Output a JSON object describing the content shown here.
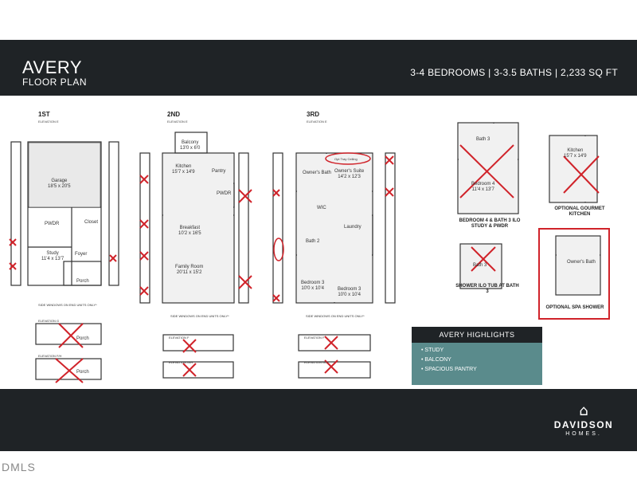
{
  "header": {
    "title": "AVERY",
    "subtitle": "FLOOR PLAN",
    "specs": "3-4 BEDROOMS | 3-3.5 BATHS | 2,233 SQ FT"
  },
  "floors": {
    "first": {
      "title": "1ST",
      "elevation": "ELEVATION E",
      "rooms": {
        "garage": "Garage",
        "garage_dim": "18'5 x 20'5",
        "pwdr": "PWDR",
        "study": "Study",
        "study_dim": "11'4 x 13'7",
        "foyer": "Foyer",
        "porch": "Porch",
        "closet": "Closet"
      },
      "note": "SIDE WINDOWS ON END UNITS ONLY*",
      "alt1": "ELEVATION G",
      "alt2": "ELEVATION F/H",
      "alt_porch": "Porch"
    },
    "second": {
      "title": "2ND",
      "elevation": "ELEVATION E",
      "rooms": {
        "balcony": "Balcony",
        "balcony_dim": "13'0 x 6'0",
        "kitchen": "Kitchen",
        "kitchen_dim": "15'7 x 14'9",
        "pantry": "Pantry",
        "pwdr": "PWDR",
        "breakfast": "Breakfast",
        "breakfast_dim": "10'2 x 16'5",
        "family": "Family Room",
        "family_dim": "20'11 x 15'2"
      },
      "note": "SIDE WINDOWS ON END UNITS ONLY*",
      "alt1": "ELEVATION F",
      "alt2": "ELEVATION G/H"
    },
    "third": {
      "title": "3RD",
      "elevation": "ELEVATION E",
      "rooms": {
        "tray": "Opt Tray Ceiling",
        "owners_bath": "Owner's Bath",
        "owners_suite": "Owner's Suite",
        "owners_dim": "14'2 x 12'3",
        "wic": "WIC",
        "laundry": "Laundry",
        "bath2": "Bath 2",
        "bed3a": "Bedroom 3",
        "bed3a_dim": "10'0 x 10'4",
        "bed3b": "Bedroom 3",
        "bed3b_dim": "10'0 x 10'4"
      },
      "note": "SIDE WINDOWS ON END UNITS ONLY*",
      "alt1": "ELEVATION F",
      "alt2": "ELEVATION G/H"
    }
  },
  "options": {
    "bedroom4": {
      "room": "Bedroom 4",
      "dim": "11'4 x 13'7",
      "bath": "Bath 3",
      "caption": "BEDROOM 4 & BATH 3 ILO STUDY & PWDR"
    },
    "kitchen": {
      "room": "Kitchen",
      "dim": "15'7 x 14'9",
      "caption": "OPTIONAL GOURMET KITCHEN"
    },
    "shower": {
      "room": "Bath 3",
      "caption": "SHOWER ILO TUB AT BATH 3"
    },
    "spa": {
      "room": "Owner's Bath",
      "caption": "OPTIONAL SPA SHOWER"
    }
  },
  "highlights": {
    "title": "AVERY HIGHLIGHTS",
    "items": [
      "• STUDY",
      "• BALCONY",
      "• SPACIOUS PANTRY"
    ]
  },
  "logo": {
    "line1": "DAVIDSON",
    "line2": "HOMES."
  },
  "watermark": "DMLS",
  "colors": {
    "header_bg": "#1f2326",
    "accent_teal": "#5a8b8c",
    "mark_red": "#d0232a"
  }
}
